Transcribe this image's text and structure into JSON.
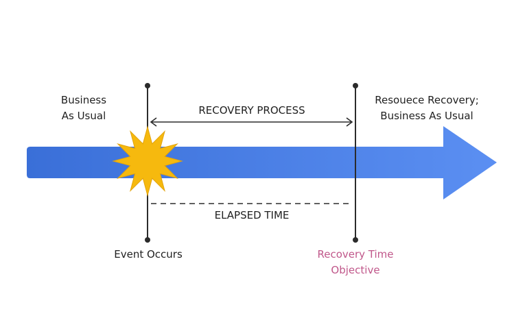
{
  "labels": {
    "business_as_usual_1": "Business",
    "business_as_usual_2": "As Usual",
    "recovery_process": "RECOVERY PROCESS",
    "resource_recovery_1": "Resouece Recovery;",
    "resource_recovery_2": "Business As Usual",
    "elapsed_time": "ELAPSED TIME",
    "event_occurs": "Event Occurs",
    "rto_1": "Recovery Time",
    "rto_2": "Objective"
  },
  "colors": {
    "arrow_start": "#3a6fd8",
    "arrow_end": "#5b8ff2",
    "burst": "#f6b90e",
    "burst_stroke": "#e3a30a",
    "line": "#2b2b2b",
    "accent": "#c0578a"
  }
}
